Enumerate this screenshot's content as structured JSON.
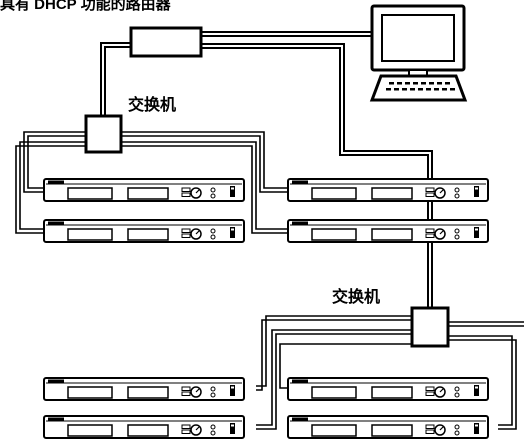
{
  "labels": {
    "router": "具有 DHCP 功能的路由器",
    "switch_top": "交换机",
    "switch_bottom": "交换机"
  },
  "colors": {
    "line": "#000000",
    "background": "#ffffff"
  },
  "icons": {
    "router": "router-box-icon",
    "computer": "computer-icon",
    "switch": "network-switch-icon",
    "receiver": "rack-receiver-icon"
  }
}
